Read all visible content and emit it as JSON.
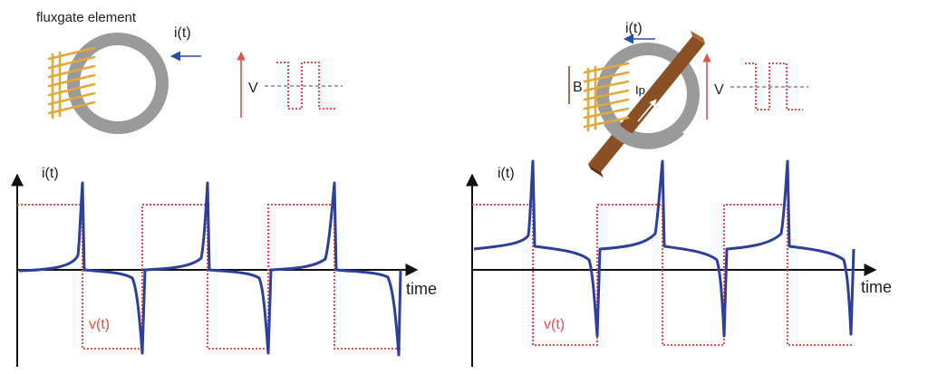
{
  "labels": {
    "fluxgate_element": "fluxgate element",
    "current_left": "i(t)",
    "voltage_left": "V",
    "current_right": "i(t)",
    "b_field": "B",
    "primary_current": "Ip",
    "voltage_right": "V",
    "plot_left_ylabel": "i(t)",
    "plot_left_xlabel": "time",
    "plot_left_vlabel": "v(t)",
    "plot_right_ylabel": "i(t)",
    "plot_right_xlabel": "time",
    "plot_right_vlabel": "v(t)"
  },
  "colors": {
    "core": "#9a9a9a",
    "winding": "#e0a93a",
    "current_arrow": "#2b4fa0",
    "voltage": "#e0524a",
    "waveform": "#2d3f9b",
    "conductor": "#8a4f22",
    "axis": "#111111"
  }
}
